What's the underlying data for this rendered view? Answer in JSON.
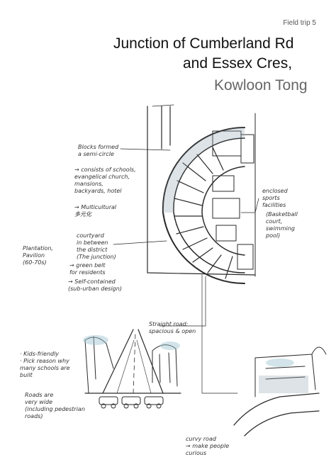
{
  "header": {
    "kicker": "Field trip 5",
    "title_line1": "Junction of Cumberland Rd",
    "title_line2": "and Essex Cres,",
    "subtitle": "Kowloon Tong"
  },
  "notes": {
    "blocks": "Blocks formed\na semi-circle",
    "consists": "→ consists of schools,\nevangelical church,\nmansions,\nbackyards, hotel",
    "multicultural": "→ Multicultural\n多元化",
    "courtyard": "courtyard\nin between\nthe district\n(The junction)",
    "green": "→ green belt\nfor residents",
    "selfcontained": "→ Self-contained\n(sub-urban design)",
    "plantation": "Plantation,\nPavilion\n(60-70s)",
    "enclosed": "enclosed\nsports\nfacilities",
    "basketball": "(Basketball\ncourt,\nswimming\npool)",
    "straight": "Straight road:\nspacious & open",
    "kids": "· Kids-friendly\n· Pick reason why\nmany schools are\nbuilt",
    "roads": "Roads are\nvery wide\n(including pedestrian\nroads)",
    "curvy": "curvy road\n→ make people\ncurious"
  },
  "colors": {
    "ink": "#2a2a2a",
    "wash": "#8fa3ad",
    "sky": "#9cc4cf"
  }
}
